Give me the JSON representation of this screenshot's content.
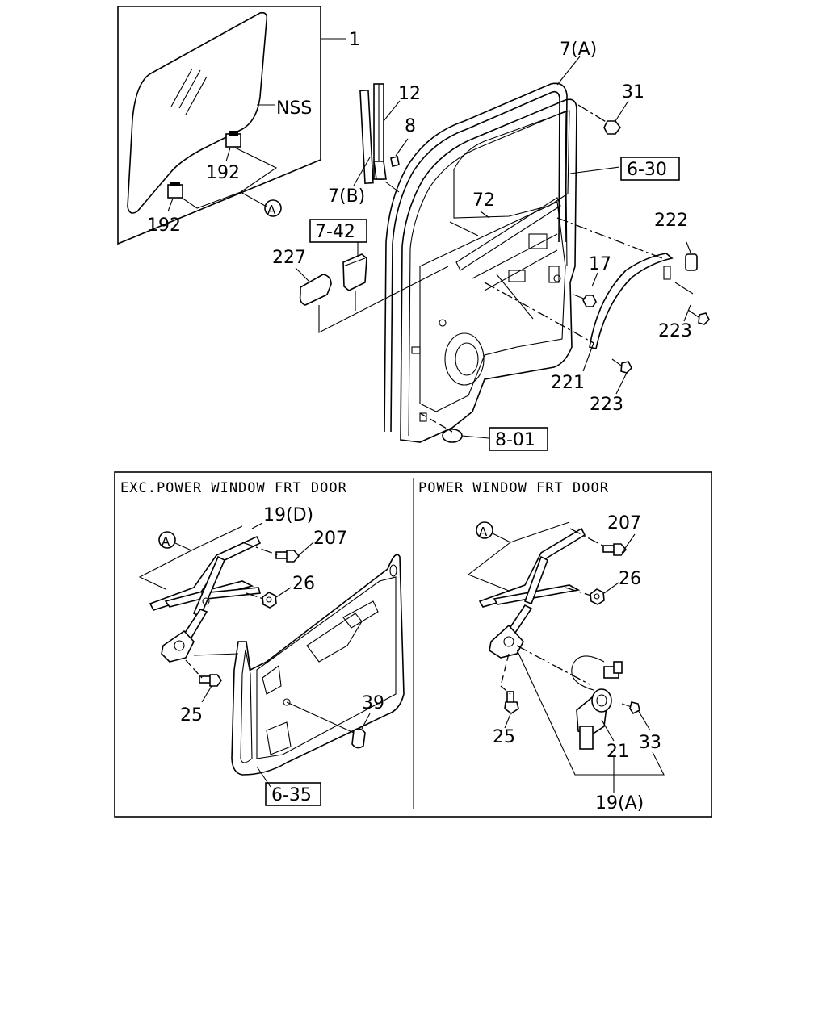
{
  "top_diagram": {
    "callouts": {
      "part_1": "1",
      "nss": "NSS",
      "part_192_a": "192",
      "part_192_b": "192",
      "circle_a": "A",
      "part_12": "12",
      "part_8": "8",
      "part_7b": "7(B)",
      "part_7a": "7(A)",
      "part_31": "31",
      "ref_6_30": "6-30",
      "part_72": "72",
      "ref_7_42": "7-42",
      "part_227": "227",
      "part_222": "222",
      "part_17": "17",
      "part_223_a": "223",
      "part_221": "221",
      "part_223_b": "223",
      "ref_8_01": "8-01"
    }
  },
  "bottom_diagram": {
    "left_panel": {
      "title": "EXC.POWER WINDOW FRT DOOR",
      "callouts": {
        "circle_a": "A",
        "part_19d": "19(D)",
        "part_207": "207",
        "part_26": "26",
        "part_25": "25",
        "part_39": "39",
        "ref_6_35": "6-35"
      }
    },
    "right_panel": {
      "title": "POWER WINDOW FRT DOOR",
      "callouts": {
        "circle_a": "A",
        "part_207": "207",
        "part_26": "26",
        "part_25": "25",
        "part_21": "21",
        "part_33": "33",
        "part_19a": "19(A)"
      }
    }
  }
}
